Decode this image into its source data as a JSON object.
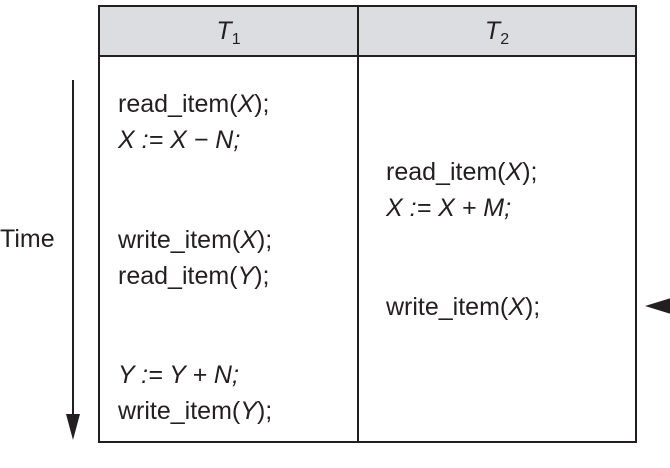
{
  "headers": {
    "t1": {
      "letter": "T",
      "sub": "1"
    },
    "t2": {
      "letter": "T",
      "sub": "2"
    }
  },
  "time_label": "Time",
  "t1_ops": [
    {
      "pre": "read_item(",
      "var": "X",
      "post": ");"
    },
    {
      "pre": "",
      "var": "X",
      "post": " := X − N;"
    },
    {
      "pre": "write_item(",
      "var": "X",
      "post": ");"
    },
    {
      "pre": "read_item(",
      "var": "Y",
      "post": ");"
    },
    {
      "pre": "",
      "var": "Y",
      "post": " := Y + N;"
    },
    {
      "pre": "write_item(",
      "var": "Y",
      "post": ");"
    }
  ],
  "t2_ops": [
    {
      "pre": "read_item(",
      "var": "X",
      "post": ");"
    },
    {
      "pre": "",
      "var": "X",
      "post": " := X + M;"
    },
    {
      "pre": "write_item(",
      "var": "X",
      "post": ");"
    }
  ]
}
